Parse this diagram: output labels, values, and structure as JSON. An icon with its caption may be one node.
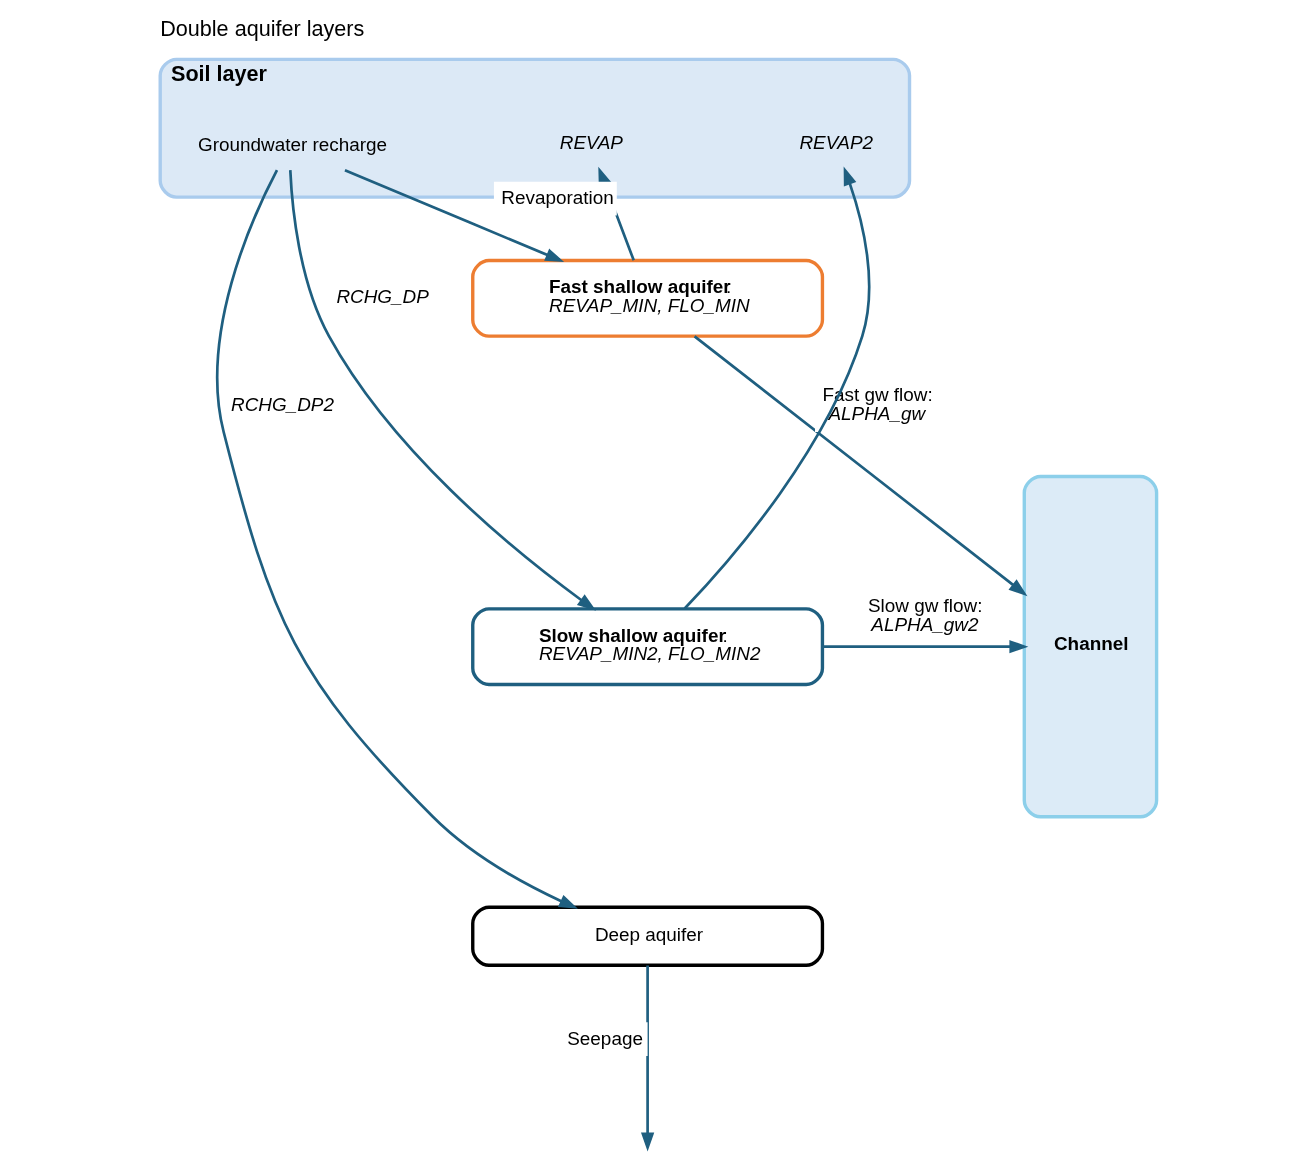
{
  "diagram": {
    "title": "Double aquifer layers",
    "nodes": [
      {
        "text": [
          "Soil layer"
        ]
      },
      {
        "text": [
          "Groundwater recharge"
        ],
        "in": 0
      },
      {
        "text": [
          "REVAP"
        ],
        "in": 0
      },
      {
        "text": [
          "REVAP2"
        ],
        "in": 0
      },
      {
        "text": [
          "**Fast shallow aquifer**:",
          "REVAP_MIN, FLO_MIN"
        ]
      },
      {
        "text": [
          "**Slow shallow aquifer**:",
          "REVAP_MIN2, FLO_MIN2"
        ]
      },
      {
        "text": [
          "Deep aquifer"
        ]
      },
      {
        "text": [
          "Channel"
        ]
      }
    ],
    "edges": [
      {
        "from": 1,
        "to": 4,
        "arrow": "to"
      },
      {
        "from": 1,
        "to": 5,
        "arrow": "to",
        "label": "RCHG_DP"
      },
      {
        "from": 1,
        "to": 6,
        "arrow": "to",
        "label": "RCHG_DP2"
      },
      {
        "from": 4,
        "to": 2,
        "arrow": "to",
        "label": "Revaporation"
      },
      {
        "from": 5,
        "to": 3,
        "arrow": "to"
      },
      {
        "from": 4,
        "to": 7,
        "arrow": "to",
        "label": "Fast gw flow: *ALPHA_gw*"
      },
      {
        "from": 5,
        "to": 7,
        "arrow": "to",
        "label": "Slow gw flow: *ALPHA_gw2*"
      },
      {
        "from": 6,
        "to": null,
        "arrow": "to",
        "label": "Seepage"
      }
    ]
  }
}
